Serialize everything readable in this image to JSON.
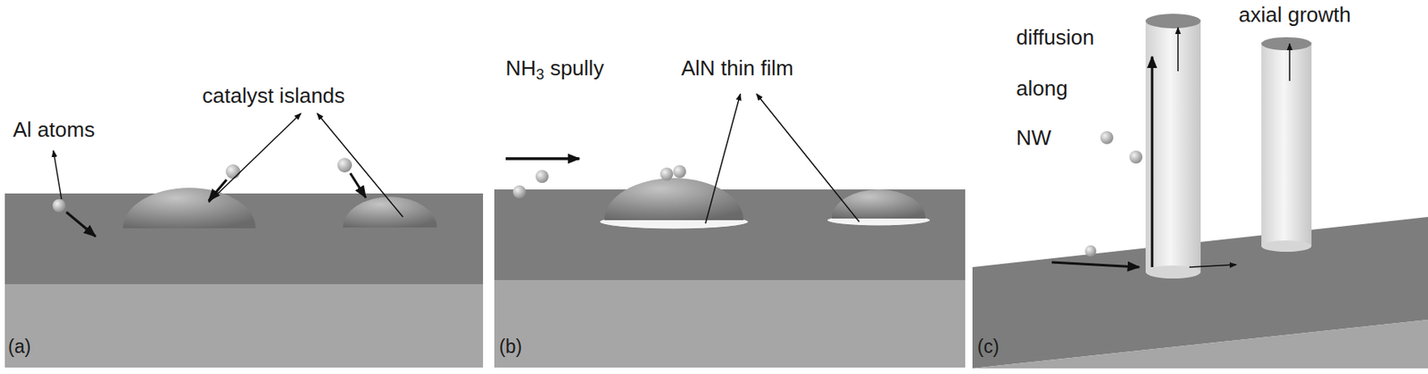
{
  "diagram": {
    "labels": [
      "(a)",
      "Al atoms",
      "catalyst islands",
      "(b)",
      "NH3 spully",
      "AlN thin film",
      "(c)",
      "diffusion",
      "along",
      "NW",
      "axial growth"
    ]
  }
}
